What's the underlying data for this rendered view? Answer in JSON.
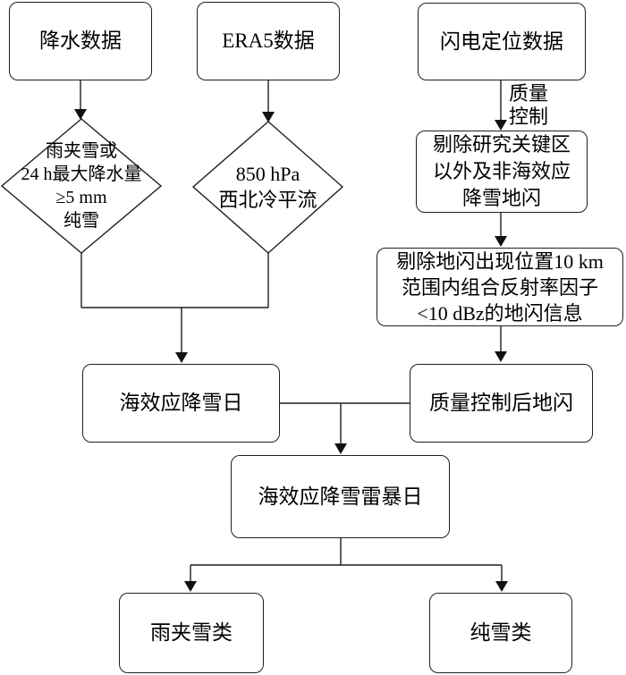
{
  "flowchart": {
    "nodes": {
      "precip": {
        "label": "降水数据"
      },
      "era5": {
        "label": "ERA5数据"
      },
      "lightning": {
        "label": "闪电定位数据"
      },
      "sleet_criteria": {
        "lines": [
          "雨夹雪或",
          "24 h最大降水量",
          "≥5 mm",
          "纯雪"
        ]
      },
      "cold_advection": {
        "lines": [
          "850 hPa",
          "西北冷平流"
        ]
      },
      "remove_region": {
        "lines": [
          "剔除研究关键区",
          "以外及非海效应",
          "降雪地闪"
        ]
      },
      "remove_reflectivity": {
        "lines": [
          "剔除地闪出现位置10 km",
          "范围内组合反射率因子",
          "<10 dBz的地闪信息"
        ]
      },
      "snow_day": {
        "label": "海效应降雪日"
      },
      "qc_lightning": {
        "label": "质量控制后地闪"
      },
      "thunderstorm_day": {
        "label": "海效应降雪雷暴日"
      },
      "sleet_class": {
        "label": "雨夹雪类"
      },
      "pure_snow_class": {
        "label": "纯雪类"
      }
    },
    "edge_labels": {
      "quality_control": {
        "lines": [
          "质量",
          "控制"
        ]
      }
    },
    "colors": {
      "stroke": "#1f1f1f",
      "text": "#000000",
      "background": "#ffffff"
    }
  }
}
